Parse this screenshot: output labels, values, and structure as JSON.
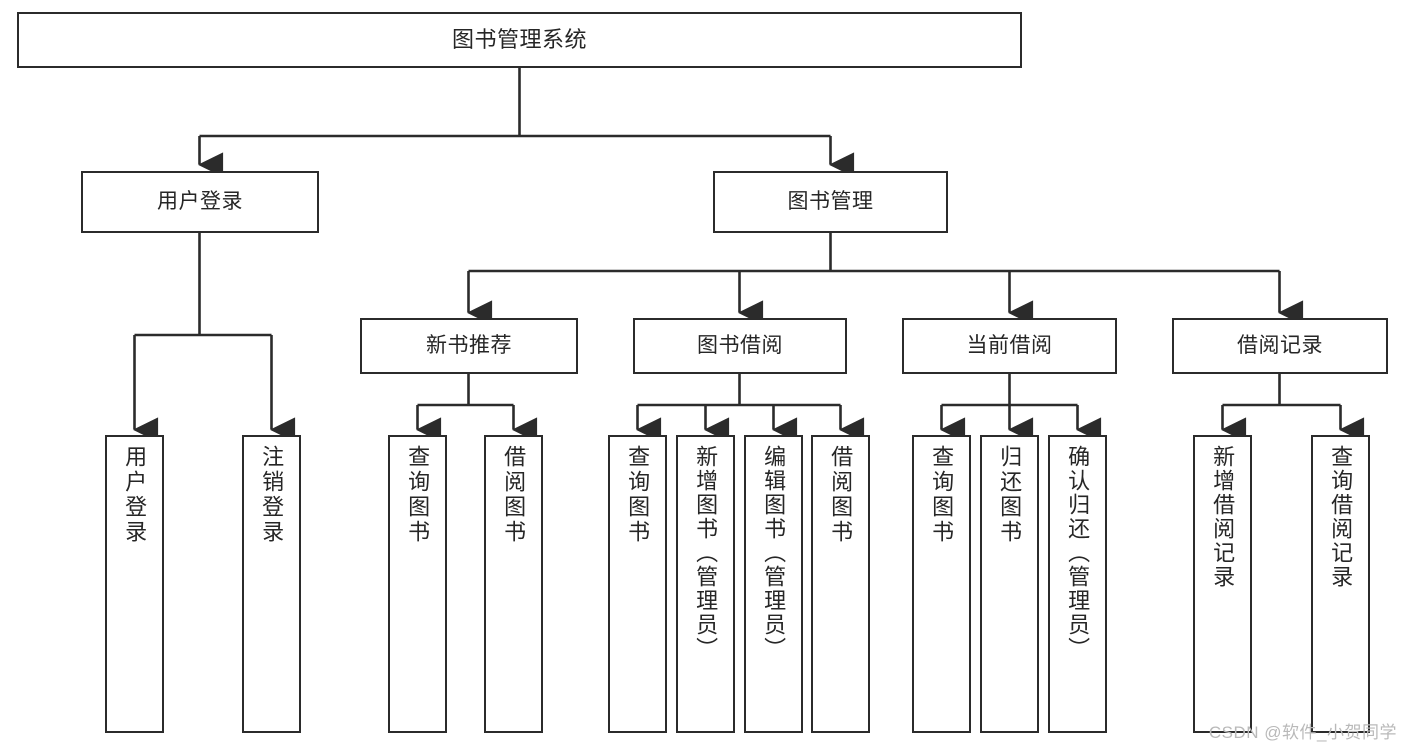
{
  "diagram": {
    "title": "图书管理系统",
    "type": "tree-hierarchy-diagram",
    "style": {
      "box_border_color": "#2b2b2b",
      "box_fill_color": "#ffffff",
      "connector_color": "#2b2b2b",
      "text_color": "#262626",
      "background": "#ffffff"
    },
    "root": {
      "label": "图书管理系统"
    },
    "level2": [
      {
        "label": "用户登录"
      },
      {
        "label": "图书管理"
      }
    ],
    "level3": [
      {
        "label": "新书推荐"
      },
      {
        "label": "图书借阅"
      },
      {
        "label": "当前借阅"
      },
      {
        "label": "借阅记录"
      }
    ],
    "leaves": {
      "user_login": [
        {
          "label": "用户登录"
        },
        {
          "label": "注销登录"
        }
      ],
      "new_book_recommend": [
        {
          "label": "查询图书"
        },
        {
          "label": "借阅图书"
        }
      ],
      "book_borrow": [
        {
          "label": "查询图书"
        },
        {
          "label": "新增图书（管理员）"
        },
        {
          "label": "编辑图书（管理员）"
        },
        {
          "label": "借阅图书"
        }
      ],
      "current_borrow": [
        {
          "label": "查询图书"
        },
        {
          "label": "归还图书"
        },
        {
          "label": "确认归还（管理员）"
        }
      ],
      "borrow_records": [
        {
          "label": "新增借阅记录"
        },
        {
          "label": "查询借阅记录"
        }
      ]
    }
  },
  "watermark": {
    "text": "CSDN @软件_小贺同学"
  }
}
